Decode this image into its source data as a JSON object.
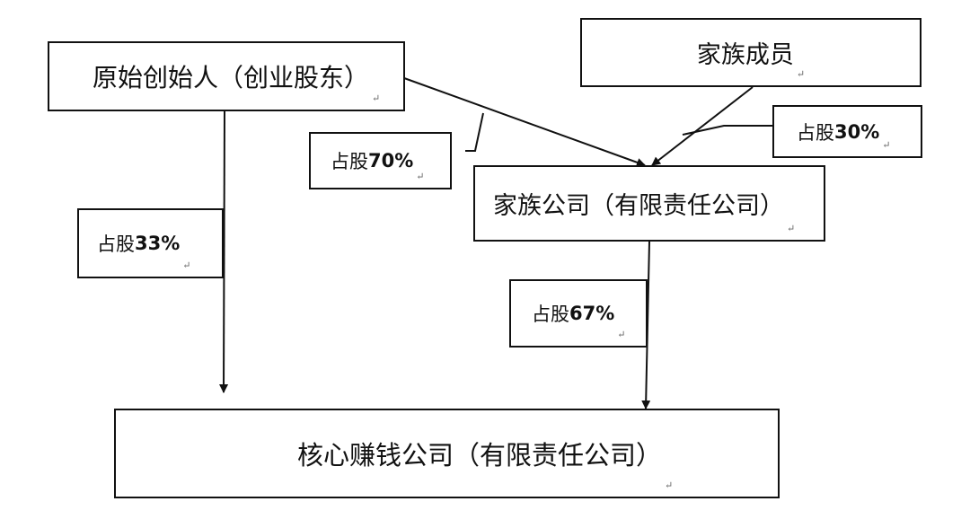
{
  "nodes": {
    "founder": "原始创始人（创业股东）",
    "family_members": "家族成员",
    "family_company": "家族公司（有限责任公司）",
    "core_company": "核心赚钱公司（有限责任公司）"
  },
  "stakes": {
    "founder_to_family_company": {
      "prefix": "占股 ",
      "value": "70%"
    },
    "members_to_family_company": {
      "prefix": "占股 ",
      "value": "30%"
    },
    "founder_to_core_company": {
      "prefix": "占股 ",
      "value": "33%"
    },
    "family_company_to_core_company": {
      "prefix": "占股 ",
      "value": "67%"
    }
  },
  "paragraph_mark": "↵"
}
